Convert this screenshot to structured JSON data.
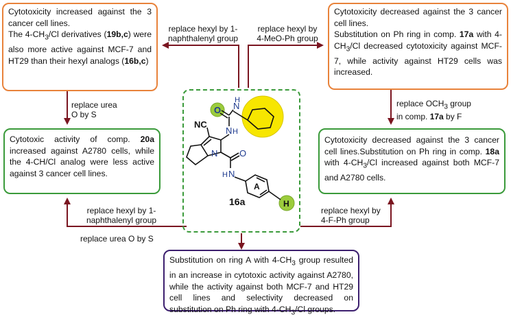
{
  "boxes": {
    "top_left": {
      "line1": "Cytotoxicity increased against the 3 cancer cell lines.",
      "p2_pre": "The 4-CH",
      "p2_sub": "3",
      "p2_mid": "/Cl derivatives (",
      "p2_bold": "19b,c",
      "p2_post": ") were also more active against MCF-7 and HT29 than their hexyl analogs (",
      "p2_bold2": "16b,c",
      "p2_end": ")"
    },
    "top_right": {
      "line1": "Cytotoxicity decreased against the 3 cancer cell lines.",
      "p2_pre": "Substitution on Ph ring in comp. ",
      "p2_bold": "17a",
      "p2_mid": " with 4-CH",
      "p2_sub": "3",
      "p2_post": "/Cl decreased cytotoxicity against MCF-7, while activity against HT29 cells was increased."
    },
    "mid_left": {
      "pre": "Cytotoxic activity of comp. ",
      "bold": "20a",
      "post": " increased against A2780 cells, while the  4-CH/Cl analog were less active against 3 cancer cell lines."
    },
    "mid_right": {
      "pre": "Cytotoxicity decreased against the 3 cancer cell lines.Substitution on Ph ring in comp. ",
      "bold": "18a",
      "mid": " with 4-CH",
      "sub": "3",
      "post": "/Cl increased against both MCF-7 and A2780 cells."
    },
    "bottom": {
      "pre": "Substitution on ring A with 4-CH",
      "sub": "3",
      "post": " group resulted in an increase in cytotoxic activity against A2780, while the activity against both MCF-7 and HT29 cell lines and selectivity decreased on substitution on Ph ring with 4-CH",
      "sub2": "3",
      "end": "/Cl groups."
    }
  },
  "labels": {
    "top_left_line1": "replace hexyl by 1-",
    "top_left_line2": "naphthalenyl group",
    "top_right_line1": "replace hexyl by",
    "top_right_line2": "4-MeO-Ph group",
    "left_urea_line1": "replace urea",
    "left_urea_line2": "O by S",
    "right_och3_pre": "replace OCH",
    "right_och3_sub": "3",
    "right_och3_post": " group",
    "right_och3_line2_pre": "in comp. ",
    "right_och3_line2_bold": "17a",
    "right_och3_line2_post": " by F",
    "bottom_left_line1": "replace hexyl by 1-",
    "bottom_left_line2": "naphthalenyl group",
    "bottom_right_line1": "replace hexyl by",
    "bottom_right_line2": "4-F-Ph group",
    "bottom_center": "replace urea O by S"
  },
  "molecule": {
    "name": "16a",
    "cn": "NC",
    "o1": "O",
    "nh1": "N",
    "h1": "H",
    "nh2": "N",
    "h2": "H",
    "n_ring": "N",
    "o2": "O",
    "nh3": "N",
    "h3": "H",
    "ring_label": "A",
    "h_sub": "H"
  },
  "colors": {
    "orange": "#e8823a",
    "green": "#3a9a3a",
    "purple": "#3c1f6e",
    "arrow": "#7a1520",
    "yellow": "#f7e600",
    "lime": "#9ccc3c",
    "heteroatom": "#1f3b8f"
  }
}
